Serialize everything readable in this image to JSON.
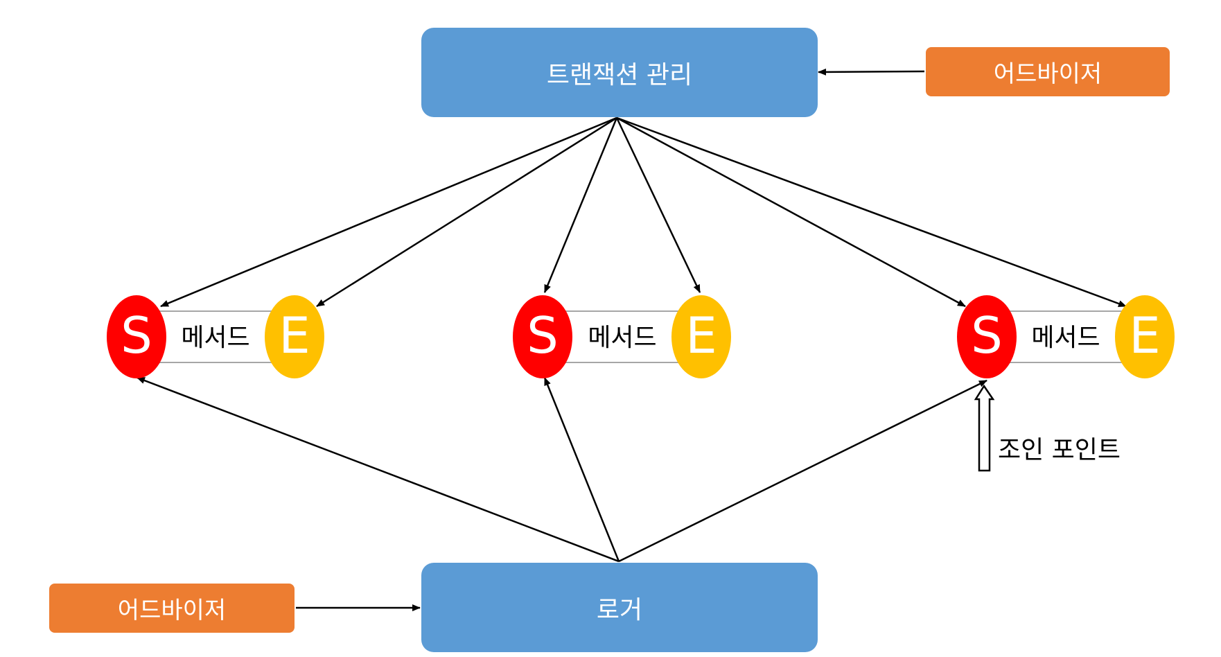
{
  "transaction": {
    "label": "트랜잭션 관리"
  },
  "logger": {
    "label": "로거"
  },
  "advisor_top": {
    "label": "어드바이저"
  },
  "advisor_bottom": {
    "label": "어드바이저"
  },
  "methods": [
    {
      "start": "S",
      "label": "메서드",
      "end": "E"
    },
    {
      "start": "S",
      "label": "메서드",
      "end": "E"
    },
    {
      "start": "S",
      "label": "메서드",
      "end": "E"
    }
  ],
  "joinpoint": {
    "label": "조인 포인트"
  },
  "colors": {
    "box_blue": "#5b9bd5",
    "advisor_orange": "#ed7d31",
    "start_red": "#ff0000",
    "end_yellow": "#ffc000"
  }
}
